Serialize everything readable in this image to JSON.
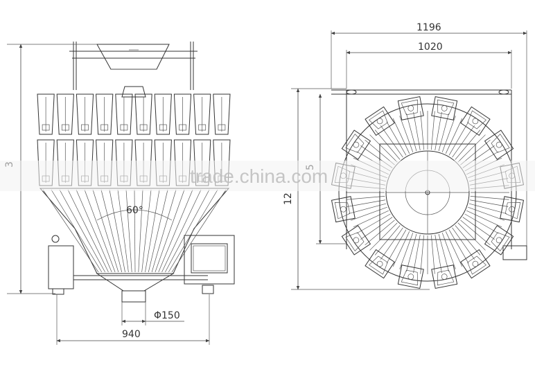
{
  "dimensions": {
    "front_width": "940",
    "outlet_diameter": "Φ150",
    "hopper_angle": "60°",
    "front_height_partial": "3",
    "top_overall_width": "1196",
    "top_inner_width": "1020",
    "top_height_partial": "12",
    "top_inner_height_partial": "5"
  },
  "watermark": "trade.china.com",
  "colors": {
    "line": "#333333",
    "watermark_band": "#eeeeee"
  }
}
